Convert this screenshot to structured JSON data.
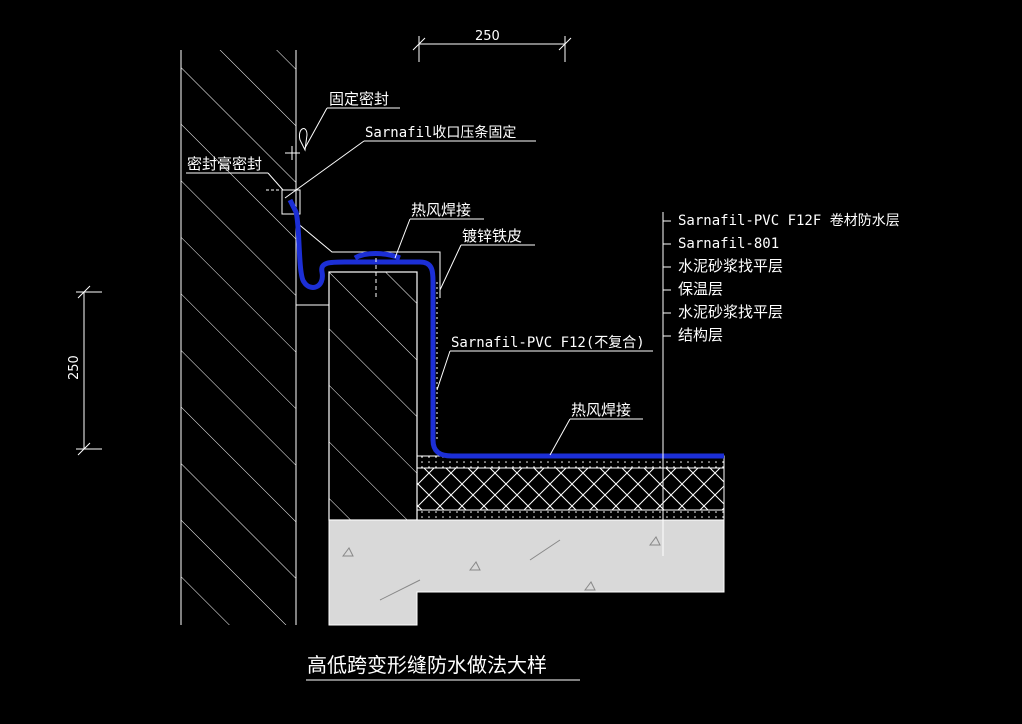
{
  "title": "高低跨变形缝防水做法大样",
  "dimensions": {
    "top_width": "250",
    "left_height": "250"
  },
  "callouts": {
    "fixed_seal": "固定密封",
    "sealant": "密封膏密封",
    "termination_bar": "Sarnafil收口压条固定",
    "hot_air_weld_top": "热风焊接",
    "galvanized_sheet": "镀锌铁皮",
    "pvc_non_composite": "Sarnafil-PVC F12(不复合)",
    "hot_air_weld_bottom": "热风焊接"
  },
  "layers": [
    "Sarnafil-PVC F12F 卷材防水层",
    "Sarnafil-801",
    "水泥砂浆找平层",
    "保温层",
    "水泥砂浆找平层",
    "结构层"
  ],
  "colors": {
    "background": "#000000",
    "lines": "#ffffff",
    "membrane": "#1c2fd6",
    "slab": "#d9d9d9"
  }
}
